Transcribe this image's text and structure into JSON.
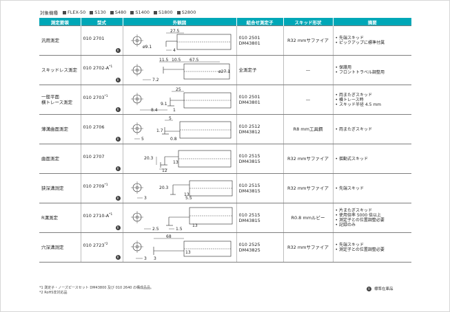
{
  "models": {
    "label": "対象機種",
    "items": [
      "FLEX-50",
      "S130",
      "S480",
      "S1400",
      "S1800",
      "S2800"
    ]
  },
  "headers": [
    "測定要領",
    "型式",
    "外観図",
    "組合せ測定子",
    "スキッド形状",
    "摘要"
  ],
  "rows": [
    {
      "method": "汎用測定",
      "type": "010 2701",
      "sup": "",
      "probe": [
        "010 2501",
        "DM43801"
      ],
      "skid": "R32 mmサファイア",
      "notes": [
        "先端スキッド",
        "ピックアップに標準付属"
      ],
      "dims": [
        "27.5",
        "ø9.1",
        "4"
      ]
    },
    {
      "method": "スキッドレス測定",
      "type": "010 2702-A",
      "sup": "*1",
      "probe": [
        "全測定子"
      ],
      "skid": "—",
      "notes": [
        "保護用",
        "フロントトラベル調整用"
      ],
      "dims": [
        "11.5",
        "10.5",
        "67.5",
        "ø27.1",
        "7.2"
      ]
    },
    {
      "method": "一般平面\n横トレース測定",
      "type": "010 2703",
      "sup": "*1",
      "probe": [
        "010 2501",
        "DM43801"
      ],
      "skid": "—",
      "notes": [
        "両またぎスキッド",
        "横トレース時",
        "スキッド半径 4.5 mm"
      ],
      "dims": [
        "25",
        "9.1",
        "8.4",
        "1"
      ]
    },
    {
      "method": "薄溝曲面測定",
      "type": "010 2706",
      "sup": "",
      "probe": [
        "010 2512",
        "DM43812"
      ],
      "skid": "R8 mm工具鋼",
      "notes": [
        "両またぎスキッド"
      ],
      "dims": [
        "5",
        "1.7",
        "5",
        "0.8"
      ]
    },
    {
      "method": "曲面測定",
      "type": "010 2707",
      "sup": "",
      "probe": [
        "010 2515",
        "DM43815"
      ],
      "skid": "R32 mmサファイア",
      "notes": [
        "揺動式スキッド"
      ],
      "dims": [
        "20.3",
        "13",
        "12"
      ]
    },
    {
      "method": "狭深溝測定",
      "type": "010 2709",
      "sup": "*1",
      "probe": [
        "010 2515",
        "DM43815"
      ],
      "skid": "R32 mmサファイア",
      "notes": [
        "先端スキッド"
      ],
      "dims": [
        "20.3",
        "13",
        "3",
        "5.5"
      ]
    },
    {
      "method": "R溝測定",
      "type": "010 2710-A",
      "sup": "*1",
      "probe": [
        "010 2515",
        "DM43815"
      ],
      "skid": "R0.8 mmルビー",
      "notes": [
        "片またぎスキッド",
        "使用倍率 5000 倍以上",
        "測定子との位置調整必要",
        "記録のみ"
      ],
      "dims": [
        "13",
        "2.5",
        "1.5"
      ]
    },
    {
      "method": "穴深溝測定",
      "type": "010 2723",
      "sup": "*2",
      "probe": [
        "010 2525",
        "DM43825"
      ],
      "skid": "R32 mmサファイア",
      "notes": [
        "先端スキッド",
        "測定子との位置調整必要"
      ],
      "dims": [
        "68",
        "13",
        "3",
        "3"
      ]
    }
  ],
  "footnotes": [
    "*1 測定子・ノーズピースセット DM43800 及び 010 2640 の構成品品。",
    "*2 RoHS非対応品"
  ],
  "legend": "標準在庫品",
  "rohs_mark": "R"
}
